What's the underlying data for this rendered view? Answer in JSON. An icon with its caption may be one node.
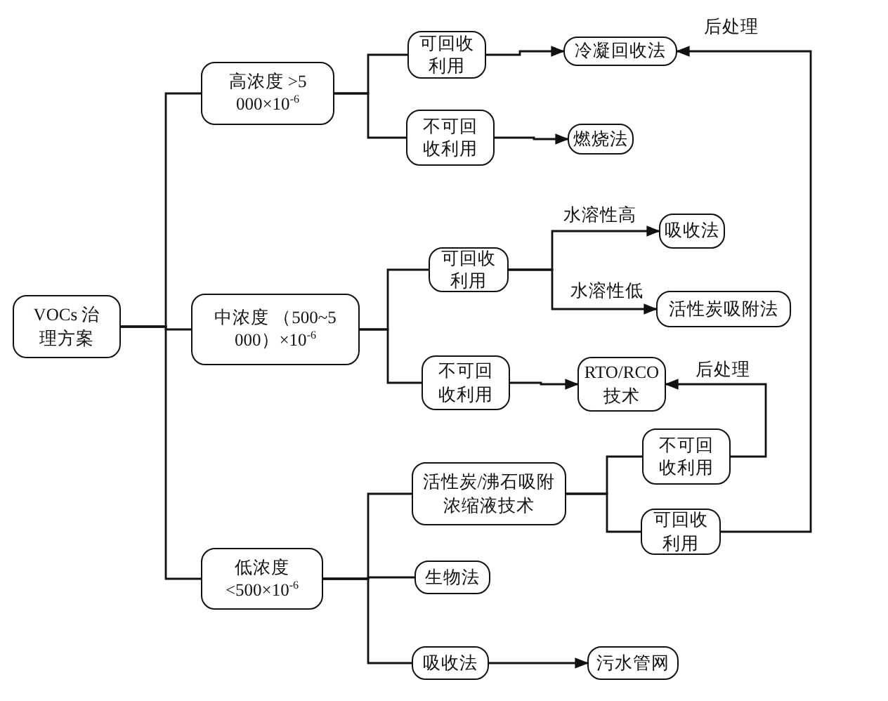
{
  "diagram": {
    "nodes": [
      {
        "text": [
          "VOCs 治理方案"
        ]
      },
      {
        "text": [
          "高浓度 >5 000×10$^{-6}$"
        ]
      },
      {
        "text": [
          "可回收利用"
        ]
      },
      {
        "text": [
          "不可回收利用"
        ]
      },
      {
        "text": [
          "冷凝回收法"
        ]
      },
      {
        "text": [
          "燃烧法"
        ]
      },
      {
        "text": [
          "中浓度 （500~5 000）×10$^{-6}$"
        ]
      },
      {
        "text": [
          "可回收利用"
        ]
      },
      {
        "text": [
          "吸收法"
        ]
      },
      {
        "text": [
          "活性炭吸附法"
        ]
      },
      {
        "text": [
          "不可回收利用"
        ]
      },
      {
        "text": [
          "RTO/RCO 技术"
        ]
      },
      {
        "text": [
          "活性炭/沸石吸附浓缩液技术"
        ]
      },
      {
        "text": [
          "不可回收利用"
        ]
      },
      {
        "text": [
          "可回收利用"
        ]
      },
      {
        "text": [
          "低浓度 <500×10$^{-6}$"
        ]
      },
      {
        "text": [
          "生物法"
        ]
      },
      {
        "text": [
          "吸收法"
        ]
      },
      {
        "text": [
          "污水管网"
        ]
      }
    ],
    "edges": [
      {
        "from": 0,
        "to": 1,
        "arrow": "none"
      },
      {
        "from": 0,
        "to": 6,
        "arrow": "none"
      },
      {
        "from": 0,
        "to": 15,
        "arrow": "none"
      },
      {
        "from": 1,
        "to": 2,
        "arrow": "none"
      },
      {
        "from": 1,
        "to": 3,
        "arrow": "none"
      },
      {
        "from": 2,
        "to": 4,
        "arrow": "to"
      },
      {
        "from": 3,
        "to": 5,
        "arrow": "to"
      },
      {
        "from": 6,
        "to": 7,
        "arrow": "none"
      },
      {
        "from": 6,
        "to": 10,
        "arrow": "none"
      },
      {
        "from": 7,
        "to": 8,
        "arrow": "to",
        "label": "水溶性高"
      },
      {
        "from": 7,
        "to": 9,
        "arrow": "to",
        "label": "水溶性低"
      },
      {
        "from": 10,
        "to": 11,
        "arrow": "to"
      },
      {
        "from": 15,
        "to": 12,
        "arrow": "none"
      },
      {
        "from": 15,
        "to": 16,
        "arrow": "none"
      },
      {
        "from": 15,
        "to": 17,
        "arrow": "none"
      },
      {
        "from": 12,
        "to": 13,
        "arrow": "none"
      },
      {
        "from": 12,
        "to": 14,
        "arrow": "none"
      },
      {
        "from": 13,
        "to": 11,
        "arrow": "to",
        "label": "后处理"
      },
      {
        "from": 14,
        "to": 4,
        "arrow": "to",
        "label": "后处理"
      },
      {
        "from": 17,
        "to": 18,
        "arrow": "to"
      }
    ]
  }
}
